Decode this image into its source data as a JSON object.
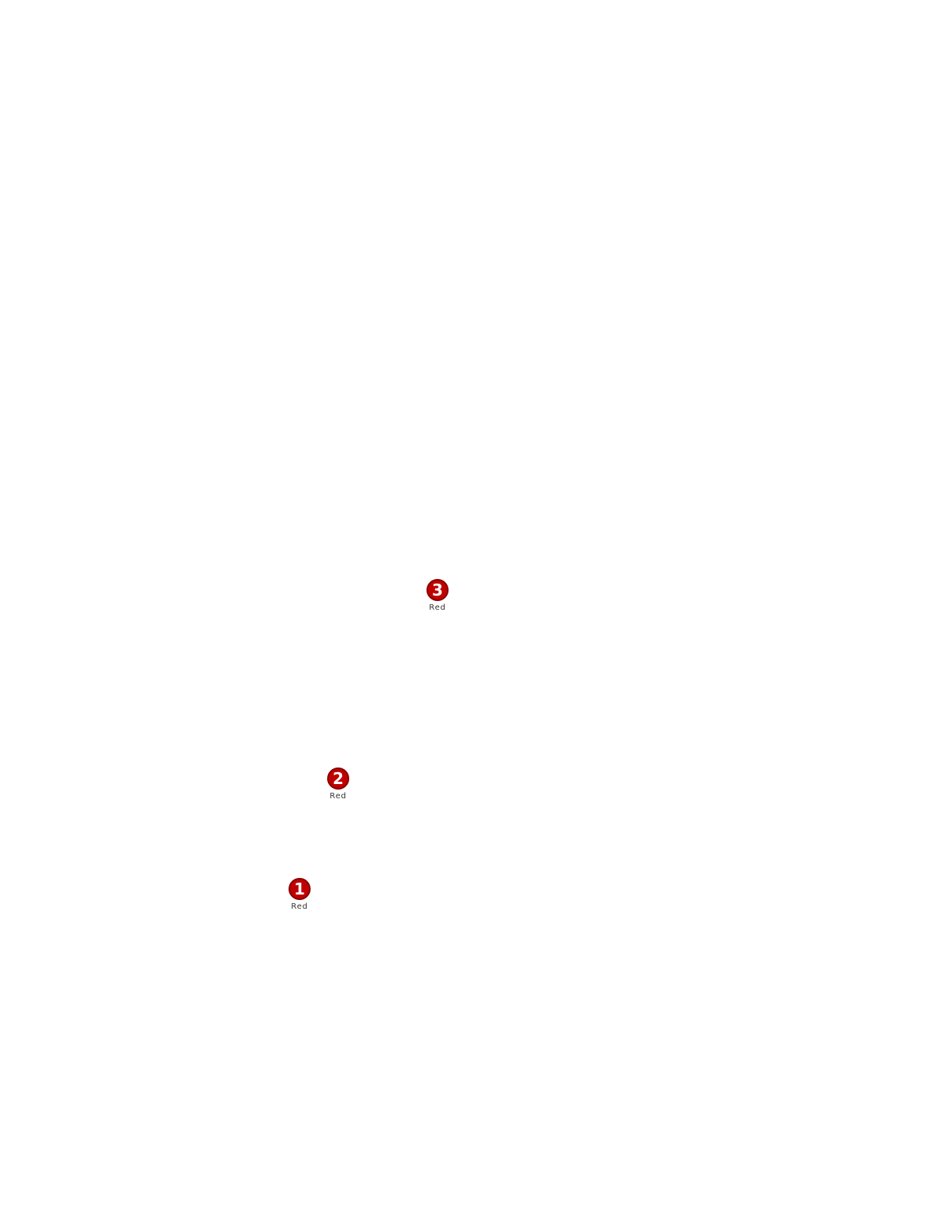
{
  "marker_style": {
    "fill_color": "#c00000",
    "ring_color": "#8b0000",
    "text_color": "#ffffff",
    "label_color": "#333333"
  },
  "markers": [
    {
      "number": "1",
      "label": "Red"
    },
    {
      "number": "2",
      "label": "Red"
    },
    {
      "number": "3",
      "label": "Red"
    }
  ]
}
